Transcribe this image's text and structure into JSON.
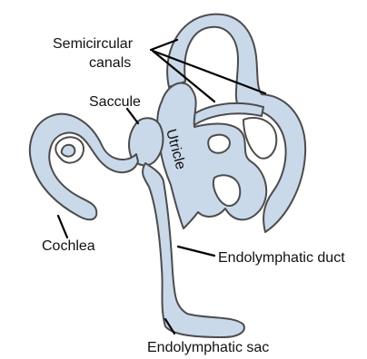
{
  "colors": {
    "organ_fill": "#c9d9ea",
    "outline": "#4c4c4c",
    "leader": "#000000"
  },
  "labels": {
    "semicircular_line1": "Semicircular",
    "semicircular_line2": "canals",
    "saccule": "Saccule",
    "utricle": "Utricle",
    "cochlea": "Cochlea",
    "endolymphatic_duct": "Endolymphatic duct",
    "endolymphatic_sac": "Endolymphatic sac"
  }
}
